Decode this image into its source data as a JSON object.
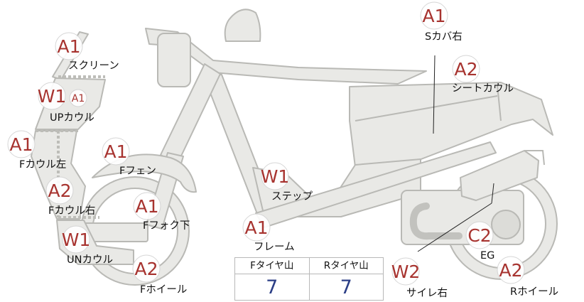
{
  "parts": [
    {
      "id": "screen",
      "grade": "A1",
      "label": "スクリーン"
    },
    {
      "id": "up-cowl",
      "grade": "W1",
      "sub_grade": "A1",
      "label": "UPカウル"
    },
    {
      "id": "f-cowl-l",
      "grade": "A1",
      "label": "Fカウル左"
    },
    {
      "id": "f-cowl-r",
      "grade": "A2",
      "label": "Fカウル右"
    },
    {
      "id": "un-cowl",
      "grade": "W1",
      "label": "UNカウル"
    },
    {
      "id": "f-fender",
      "grade": "A1",
      "label": "Fフェン"
    },
    {
      "id": "f-fork-low",
      "grade": "A1",
      "label": "Fフォク下"
    },
    {
      "id": "f-wheel",
      "grade": "A2",
      "label": "Fホイール"
    },
    {
      "id": "step",
      "grade": "W1",
      "label": "ステップ"
    },
    {
      "id": "frame",
      "grade": "A1",
      "label": "フレーム"
    },
    {
      "id": "s-cover-r",
      "grade": "A1",
      "label": "Sカバ右"
    },
    {
      "id": "seat-cowl",
      "grade": "A2",
      "label": "シートカウル"
    },
    {
      "id": "engine",
      "grade": "C2",
      "label": "EG"
    },
    {
      "id": "muffler-r",
      "grade": "W2",
      "label": "サイレ右"
    },
    {
      "id": "r-wheel",
      "grade": "A2",
      "label": "Rホイール"
    }
  ],
  "tread": {
    "front": {
      "label": "Fタイヤ山",
      "value": "7"
    },
    "rear": {
      "label": "Rタイヤ山",
      "value": "7"
    }
  },
  "colors": {
    "grade": "#a7332f",
    "tread_value": "#2b3e86",
    "parts_fill": "#e9e9e6",
    "parts_stroke": "#b9b9b5"
  }
}
